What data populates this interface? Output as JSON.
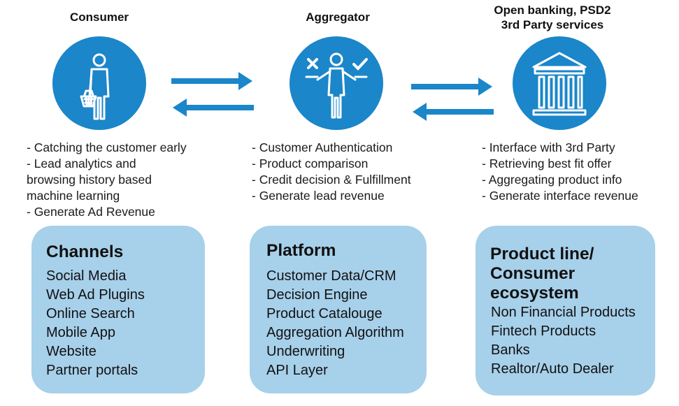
{
  "columns": [
    {
      "id": "consumer",
      "title": "Consumer",
      "icon": "person-with-basket-icon",
      "bullets": [
        "- Catching the customer early",
        "- Lead analytics and",
        "browsing history based",
        "machine learning",
        "- Generate Ad Revenue"
      ],
      "card": {
        "title": "Channels",
        "items": [
          "Social Media",
          "Web Ad Plugins",
          "Online Search",
          "Mobile App",
          "Website",
          "Partner portals"
        ]
      }
    },
    {
      "id": "aggregator",
      "title": "Aggregator",
      "icon": "person-decision-icon",
      "bullets": [
        "- Customer Authentication",
        "- Product comparison",
        "- Credit decision & Fulfillment",
        "- Generate lead revenue"
      ],
      "card": {
        "title": "Platform",
        "items": [
          "Customer Data/CRM",
          "Decision Engine",
          "Product Catalouge",
          "Aggregation Algorithm",
          "Underwriting",
          "API Layer"
        ]
      }
    },
    {
      "id": "bank",
      "title_lines": [
        "Open banking, PSD2",
        "3rd Party services"
      ],
      "icon": "bank-building-icon",
      "bullets": [
        "- Interface with 3rd Party",
        "- Retrieving best fit offer",
        "- Aggregating product info",
        "- Generate interface revenue"
      ],
      "card": {
        "title_lines": [
          "Product line/",
          "Consumer",
          "ecosystem"
        ],
        "items": [
          "Non Financial Products",
          "Fintech Products",
          "Banks",
          "Realtor/Auto Dealer"
        ]
      }
    }
  ],
  "colors": {
    "circle": "#1b86c9",
    "arrow": "#1b86c9",
    "card": "#a7d0ea"
  }
}
